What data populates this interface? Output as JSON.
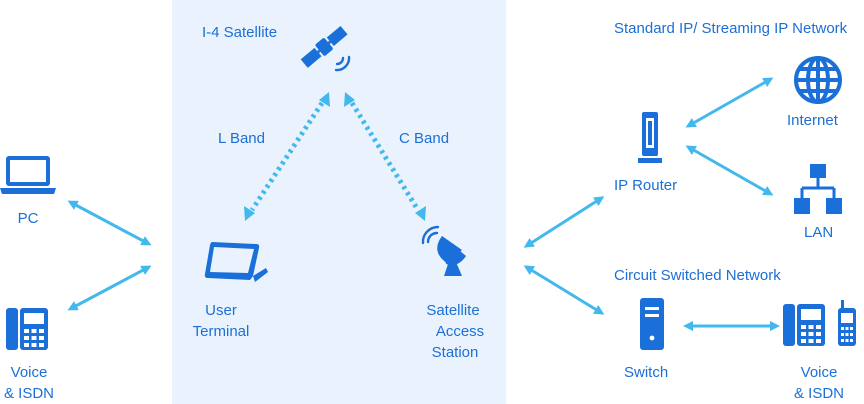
{
  "colors": {
    "icon": "#1a6fd8",
    "arrow": "#43b8ec",
    "panel": "#eaf3fd",
    "text": "#1c6fd6"
  },
  "satellite": {
    "label": "I-4 Satellite",
    "icon": "satellite-icon"
  },
  "links": {
    "l_band": "L Band",
    "c_band": "C Band"
  },
  "user_terminal": {
    "line1": "User",
    "line2": "Terminal",
    "icon": "terminal-icon"
  },
  "access_station": {
    "line1": "Satellite",
    "line2": "Access",
    "line3": "Station",
    "icon": "dish-icon"
  },
  "left": {
    "pc": {
      "label": "PC",
      "icon": "laptop-icon"
    },
    "voice": {
      "line1": "Voice",
      "line2": "& ISDN",
      "icon": "phone-icon"
    }
  },
  "ip_network": {
    "title": "Standard IP/ Streaming IP Network",
    "router": {
      "label": "IP Router",
      "icon": "router-icon"
    },
    "internet": {
      "label": "Internet",
      "icon": "globe-icon"
    },
    "lan": {
      "label": "LAN",
      "icon": "lan-icon"
    }
  },
  "circuit_network": {
    "title": "Circuit Switched Network",
    "switch": {
      "label": "Switch",
      "icon": "server-icon"
    },
    "voice": {
      "line1": "Voice",
      "line2": "& ISDN",
      "icon": "phone-icon"
    }
  }
}
